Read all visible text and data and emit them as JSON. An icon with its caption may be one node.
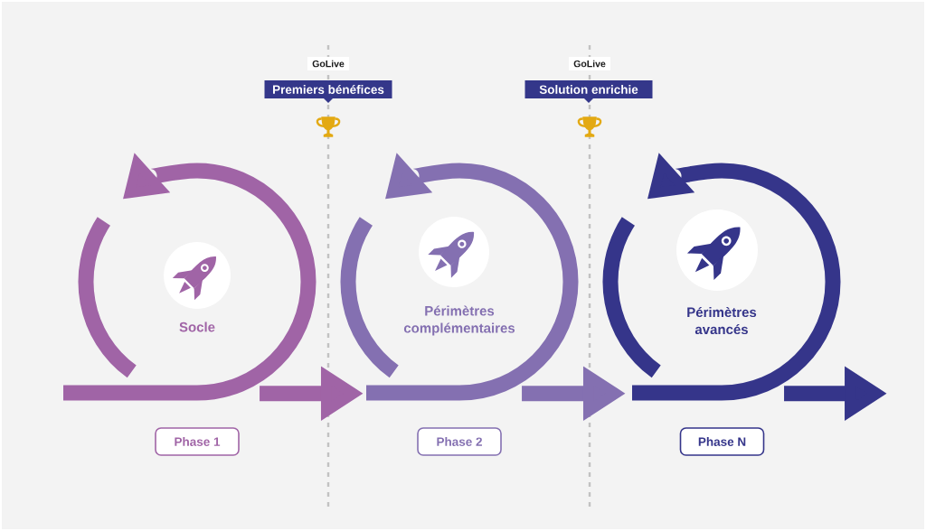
{
  "diagram": {
    "nodes": [
      {
        "text": [
          "GoLive"
        ]
      },
      {
        "text": [
          "GoLive"
        ]
      },
      {
        "text": [
          "Premiers bénéfices"
        ]
      },
      {
        "text": [
          "Solution enrichie"
        ]
      },
      {
        "text": [
          "Socle"
        ]
      },
      {
        "text": [
          "Périmètres complémentaires"
        ]
      },
      {
        "text": [
          "Périmètres avancés"
        ]
      },
      {
        "text": [
          "Phase 1"
        ]
      },
      {
        "text": [
          "Phase 2"
        ]
      },
      {
        "text": [
          "Phase N"
        ]
      }
    ],
    "edges": [
      {
        "from": 4,
        "to": 5,
        "arrow": "to",
        "color": "#a064a6"
      },
      {
        "from": 5,
        "to": 6,
        "arrow": "to",
        "color": "#8470b1"
      },
      {
        "from": 6,
        "to": null,
        "arrow": "to",
        "color": "#35358a"
      }
    ]
  }
}
